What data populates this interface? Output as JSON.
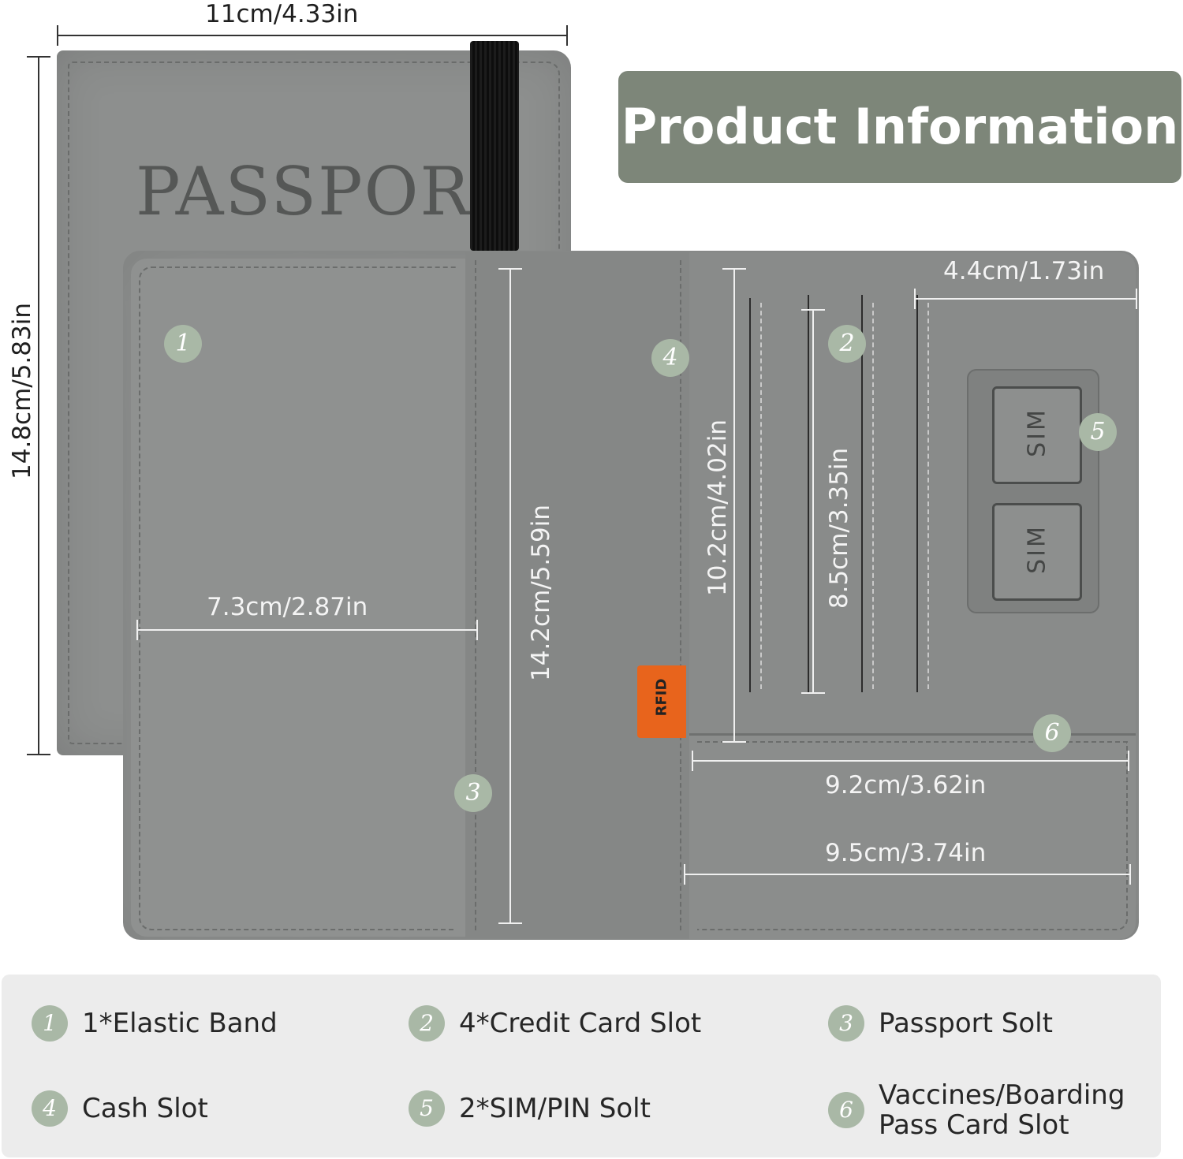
{
  "title": "Product Information",
  "cover_text": "PASSPORT",
  "rfid_tag": "RFID",
  "sim_label": "SIM",
  "dimensions": {
    "width_closed": "11cm/4.33in",
    "height_closed": "14.8cm/5.83in",
    "inner_left_width": "7.3cm/2.87in",
    "inner_height": "14.2cm/5.59in",
    "card_area_height": "10.2cm/4.02in",
    "card_slot_height": "8.5cm/3.35in",
    "sim_panel_width": "4.4cm/1.73in",
    "lower_pocket_width": "9.2cm/3.62in",
    "right_panel_width": "9.5cm/3.74in"
  },
  "callouts": [
    "1",
    "2",
    "3",
    "4",
    "5",
    "6"
  ],
  "legend": [
    {
      "num": "1",
      "label": "1*Elastic Band"
    },
    {
      "num": "2",
      "label": "4*Credit Card Slot"
    },
    {
      "num": "3",
      "label": "Passport Solt"
    },
    {
      "num": "4",
      "label": "Cash Slot"
    },
    {
      "num": "5",
      "label": "2*SIM/PIN Solt"
    },
    {
      "num": "6",
      "label": "Vaccines/Boarding Pass Card Slot"
    }
  ],
  "colors": {
    "leather": "#8d8f8e",
    "leather_dark": "#7d807f",
    "title_bg": "#7d8679",
    "badge": "#a9b8a6",
    "rfid": "#e8641c",
    "legend_bg": "#ececec"
  }
}
